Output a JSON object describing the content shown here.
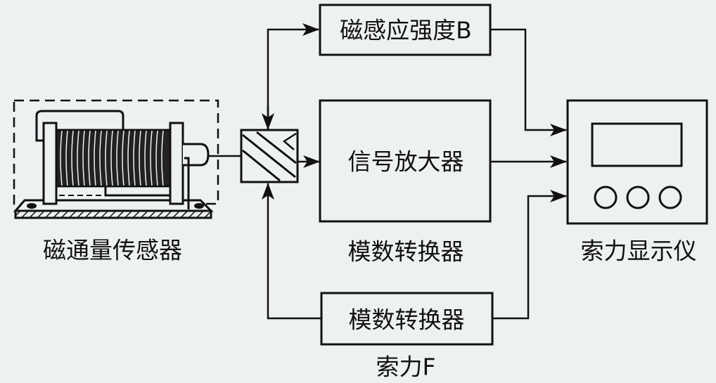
{
  "diagram": {
    "title": "",
    "nodes": {
      "sensor": {
        "label": "磁通量传感器",
        "icon": "solenoid-coil-sensor"
      },
      "switch": {
        "label": "",
        "icon": "multiplexer-switch"
      },
      "b_field": {
        "label": "磁感应强度B"
      },
      "amplifier": {
        "label": "信号放大器"
      },
      "adc_upper": {
        "label": "模数转换器"
      },
      "adc_lower": {
        "label": "模数转换器"
      },
      "force": {
        "label": "索力F"
      },
      "display": {
        "label": "索力显示仪",
        "icon": "display-instrument"
      }
    },
    "edges": [
      {
        "from": "sensor",
        "to": "switch"
      },
      {
        "from": "switch",
        "to": "b_field"
      },
      {
        "from": "switch",
        "to": "amplifier"
      },
      {
        "from": "adc_lower",
        "to": "switch"
      },
      {
        "from": "b_field",
        "to": "display"
      },
      {
        "from": "amplifier",
        "to": "display"
      },
      {
        "from": "adc_lower",
        "to": "display"
      }
    ]
  },
  "colors": {
    "ink": "#111111",
    "paper": "#eef1f2"
  }
}
